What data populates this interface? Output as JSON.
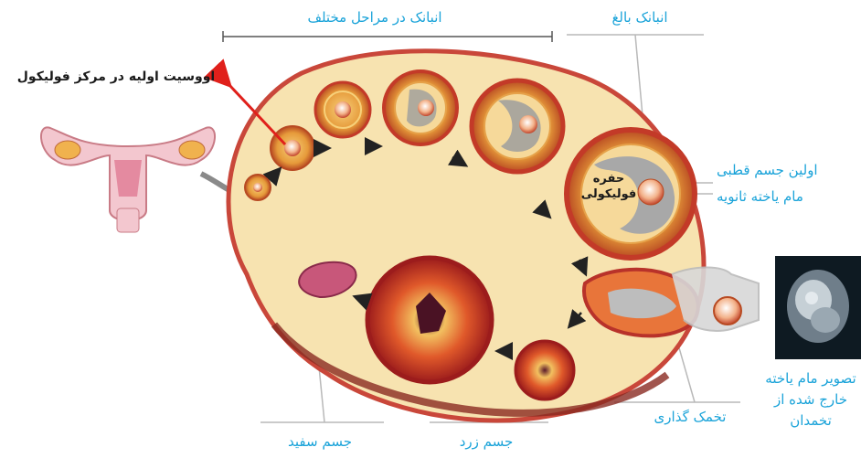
{
  "labels": {
    "follicles_stages": "انبانک در مراحل مختلف",
    "mature_follicle": "انبانک بالغ",
    "primary_oocyte": "اووسیت اولیه در مرکز فولیکول",
    "first_polar_body": "اولین جسم قطبی",
    "secondary_oocyte": "مام یاخته ثانویه",
    "follicular_cavity_line1": "حفره",
    "follicular_cavity_line2": "فولیکولی",
    "ovulation": "تخمک گذاری",
    "oocyte_image_line1": "تصویر مام یاخته",
    "oocyte_image_line2": "خارج شده از",
    "oocyte_image_line3": "تخمدان",
    "corpus_luteum": "جسم زرد",
    "corpus_albicans": "جسم سفید"
  },
  "colors": {
    "label_blue": "#1aa3d9",
    "ovary_fill": "#f7e3b0",
    "ovary_edge": "#b23a2e",
    "arrow_red": "#e0201b"
  }
}
